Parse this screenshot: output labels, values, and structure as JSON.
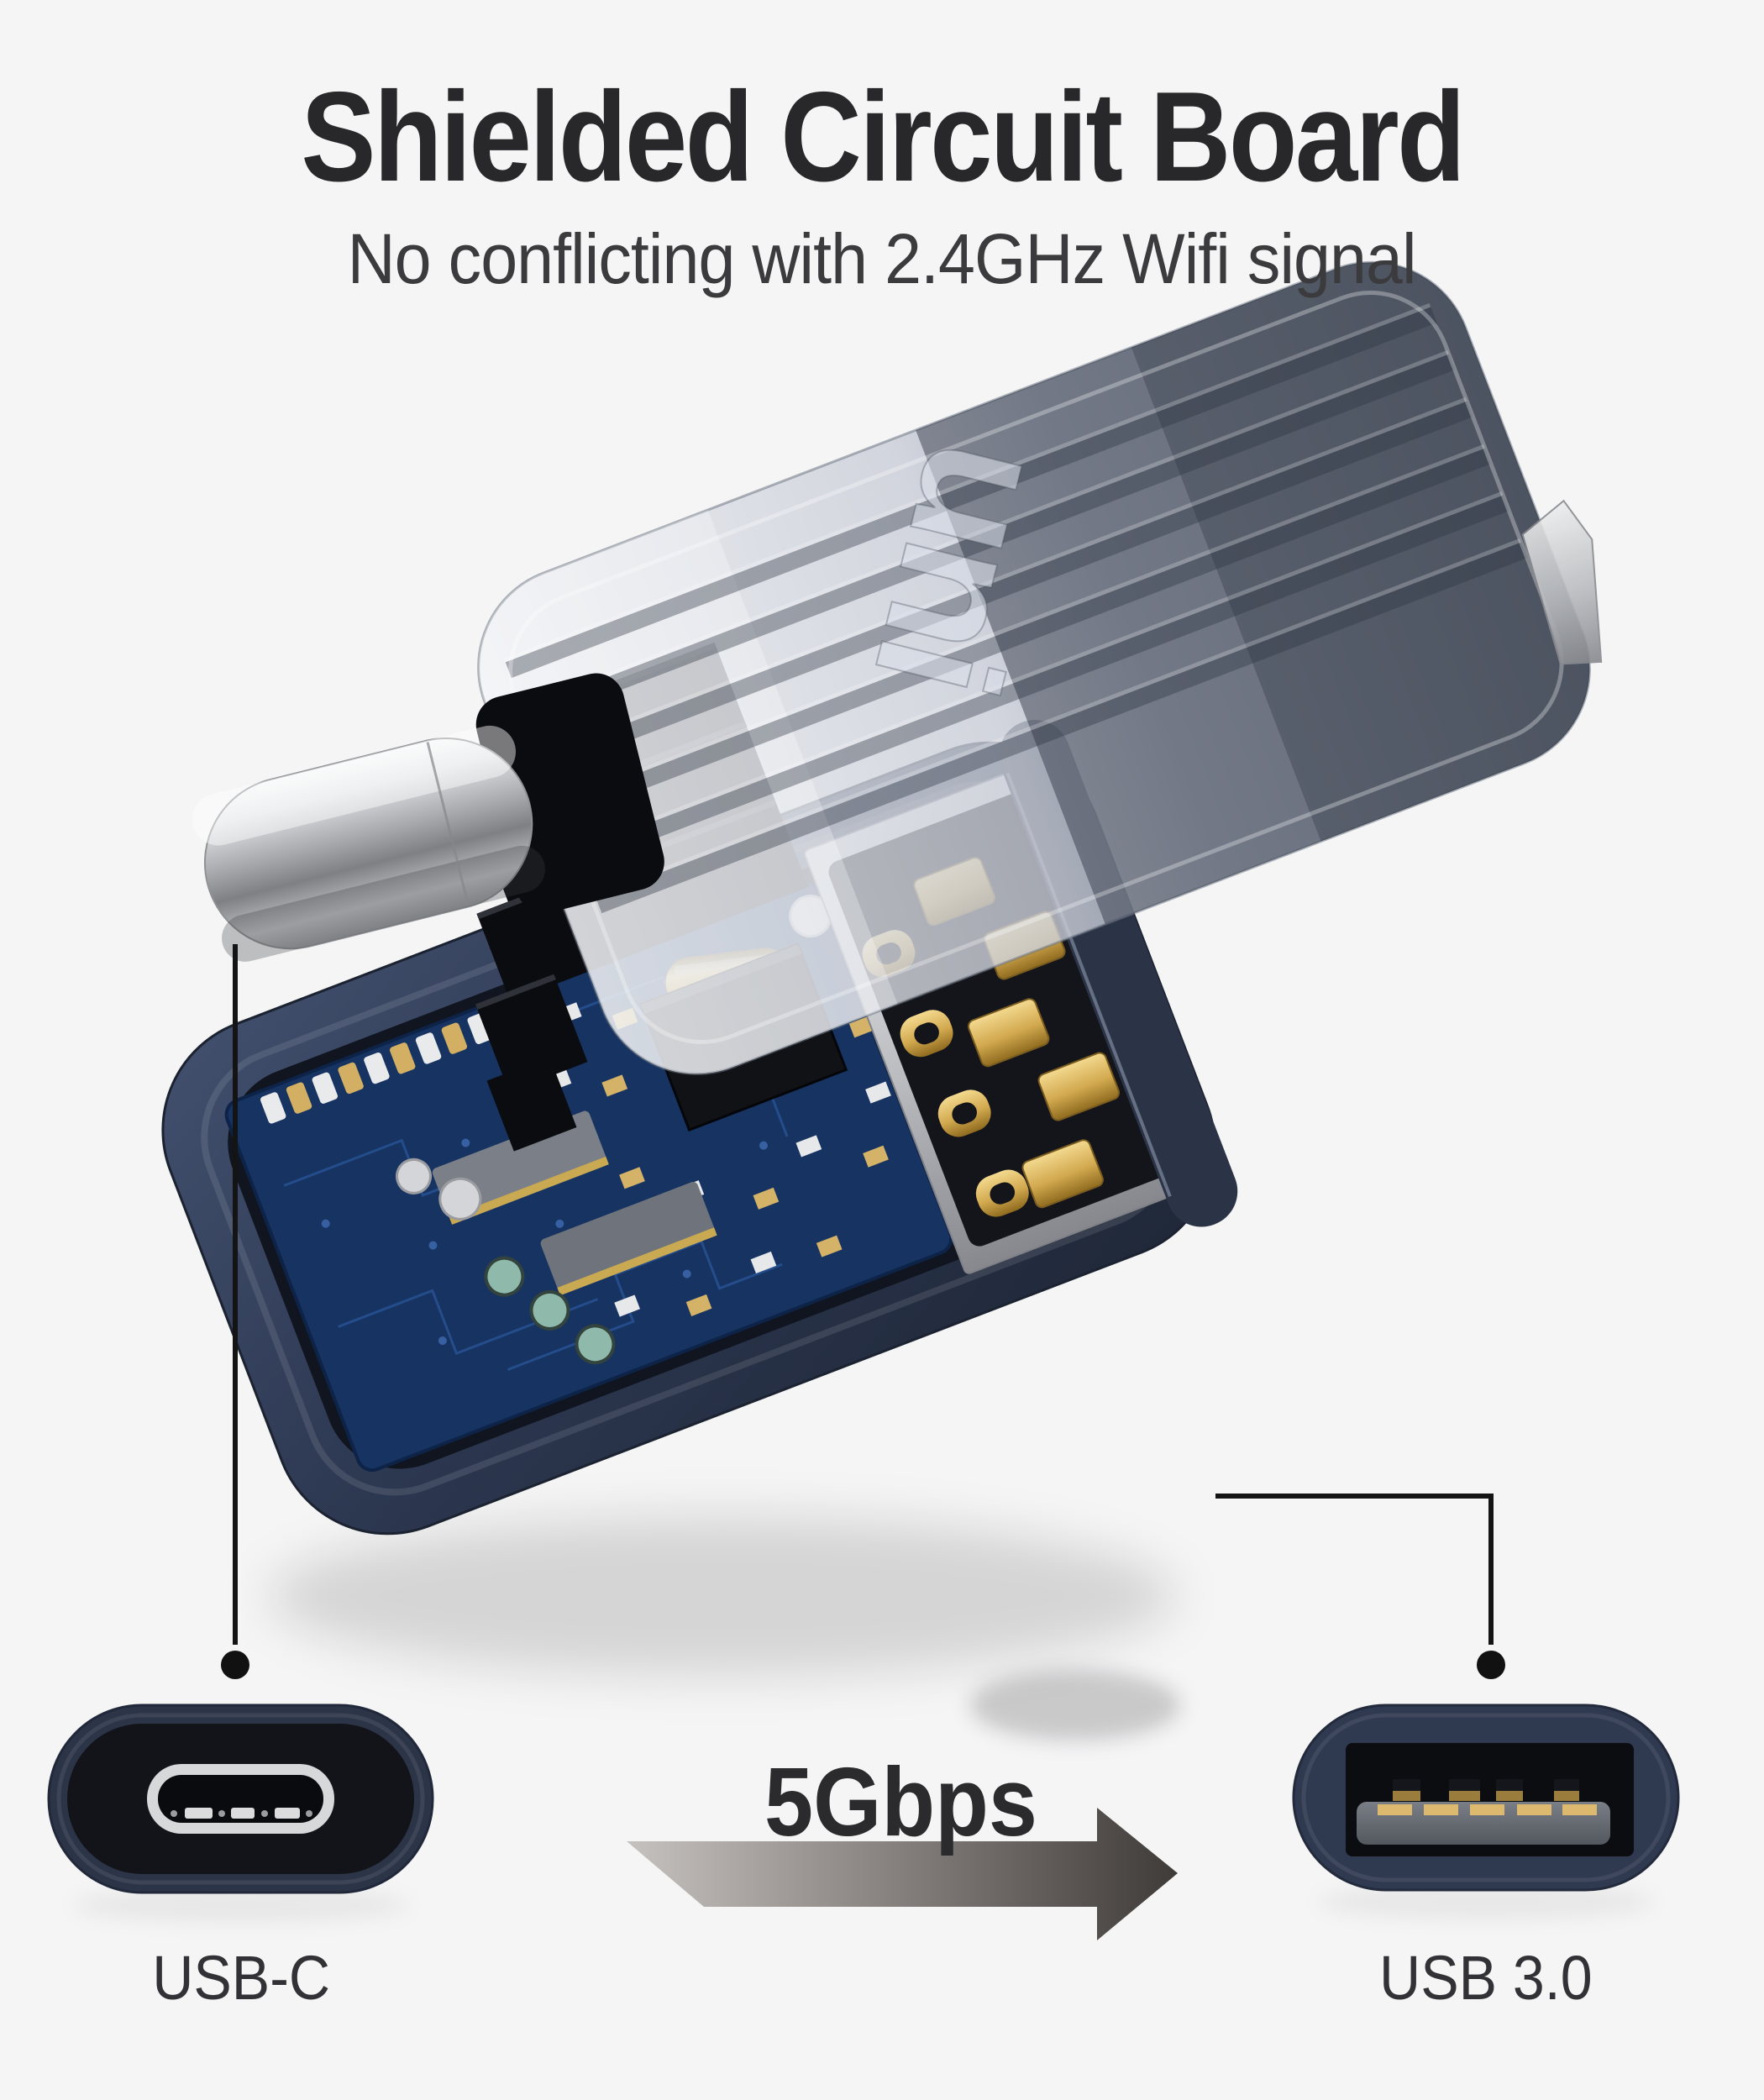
{
  "header": {
    "title": "Shielded Circuit Board",
    "subtitle": "No conflicting with 2.4GHz Wifi signal"
  },
  "transfer": {
    "speed_label": "5Gbps",
    "arrow_icon": "arrow-right-icon",
    "arrow_direction": "left-to-right"
  },
  "connectors": {
    "left": {
      "label": "USB-C",
      "icon": "usb-c-port-icon"
    },
    "right": {
      "label": "USB 3.0",
      "icon": "usb-a-port-icon"
    }
  },
  "product": {
    "logo_text": "uni",
    "parts": [
      "translucent-shield-cover",
      "usb-c-plug",
      "circuit-board",
      "usb-a-contacts",
      "navy-housing"
    ]
  },
  "palette": {
    "background": "#f5f5f6",
    "title_text": "#28282b",
    "subtitle_text": "#3b3b3e",
    "label_text": "#323236",
    "callout_line": "#141414",
    "housing_navy": "#2e3950",
    "pcb_blue": "#163361",
    "contact_gold": "#d2a94f",
    "metal_silver": "#c9cbce",
    "arrow_light": "#c6c2bf",
    "arrow_dark": "#3f3b39"
  }
}
